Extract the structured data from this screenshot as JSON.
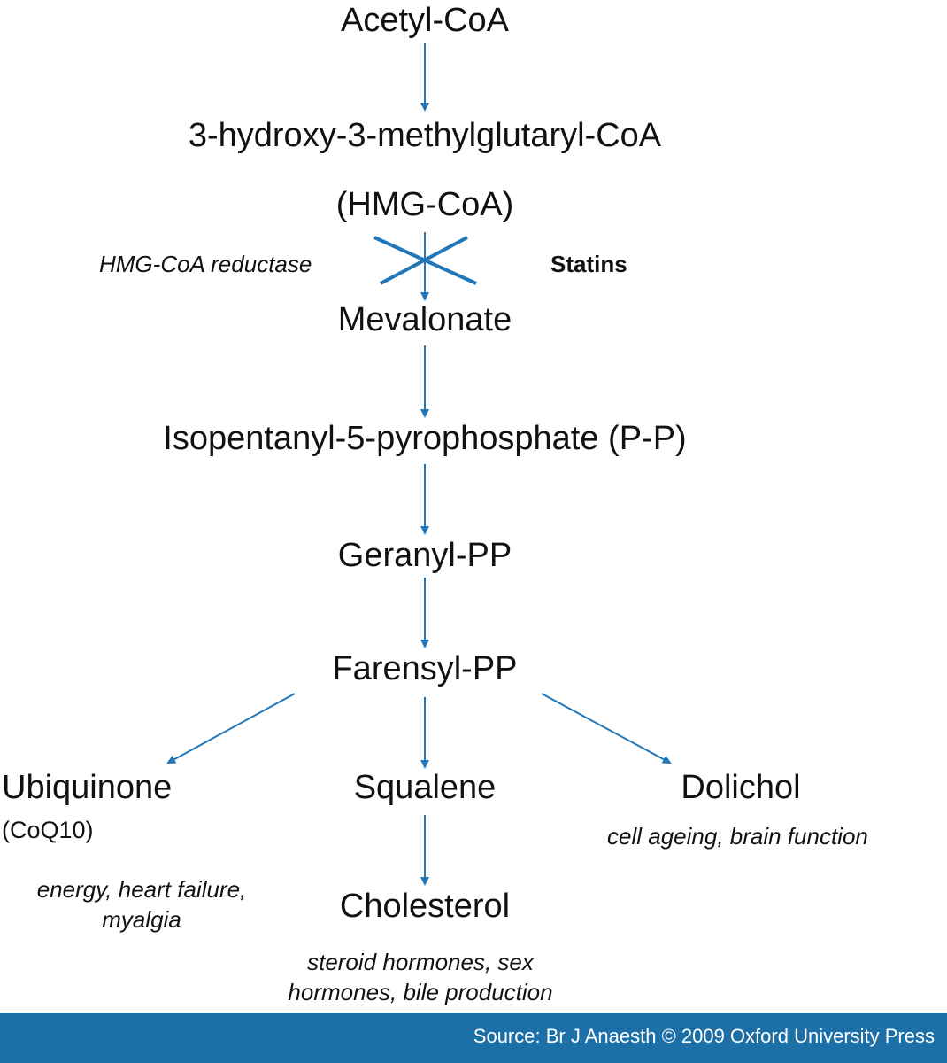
{
  "colors": {
    "arrow": "#2277b8",
    "footer": "#1d6fa8"
  },
  "nodes": {
    "acetyl": "Acetyl-CoA",
    "hmg": "3-hydroxy-3-methylglutaryl-CoA",
    "hmg_abbr": "(HMG-CoA)",
    "mevalonate": "Mevalonate",
    "isopentanyl": "Isopentanyl-5-pyrophosphate (P-P)",
    "geranyl": "Geranyl-PP",
    "farensyl": "Farensyl-PP",
    "ubiquinone": "Ubiquinone",
    "coq10": "(CoQ10)",
    "squalene": "Squalene",
    "dolichol": "Dolichol",
    "cholesterol": "Cholesterol"
  },
  "labels": {
    "enzyme": "HMG-CoA reductase",
    "inhibitor": "Statins"
  },
  "notes": {
    "ubiquinone_1": "energy, heart failure,",
    "ubiquinone_2": "myalgia",
    "dolichol": "cell ageing, brain function",
    "cholesterol_1": "steroid hormones, sex",
    "cholesterol_2": "hormones, bile production"
  },
  "footer": {
    "source": "Source: Br J Anaesth © 2009 Oxford University Press"
  }
}
